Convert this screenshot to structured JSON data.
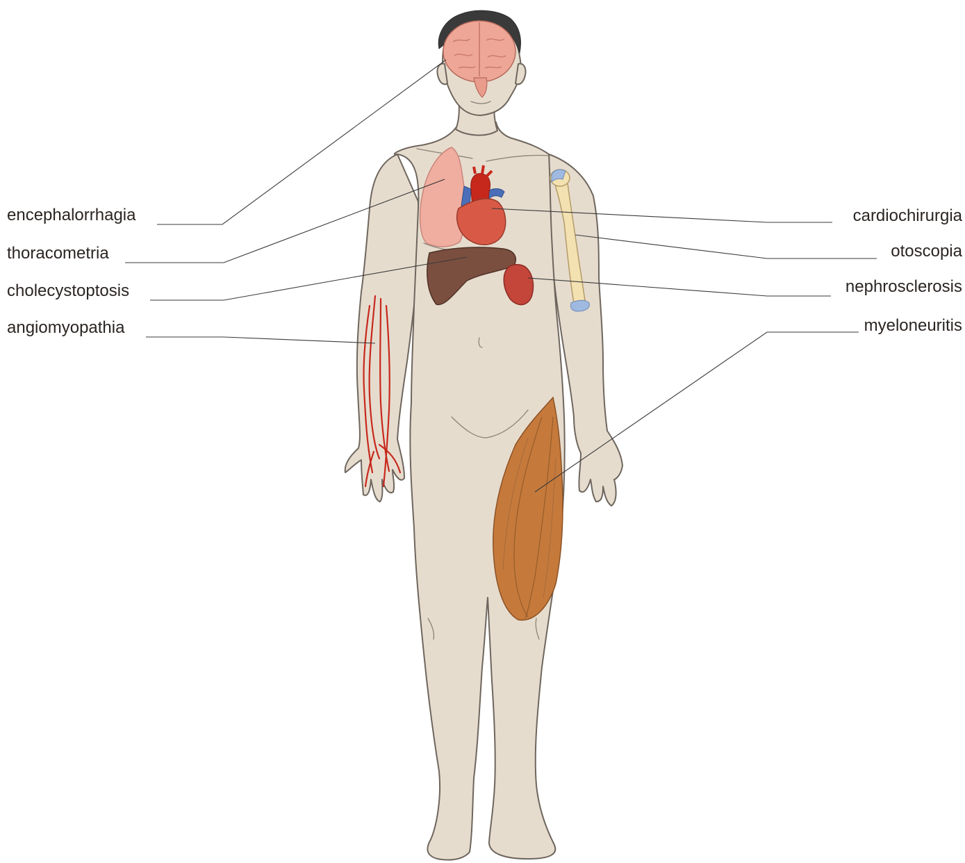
{
  "diagram": {
    "labels_left": [
      "encephalorrhagia",
      "thoracometria",
      "cholecystoptosis",
      "angiomyopathia"
    ],
    "labels_right": [
      "cardiochirurgia",
      "otoscopia",
      "nephrosclerosis",
      "myeloneuritis"
    ]
  },
  "colors": {
    "skin": "#e6dcce",
    "skin_shadow": "#d8cbb9",
    "brain": "#eea696",
    "lung": "#f0aea0",
    "heart": "#d85a46",
    "vessel_blue": "#4a6fb8",
    "vessel_red": "#c7281c",
    "liver": "#7b4f3f",
    "kidney": "#c4453a",
    "bone": "#f3e1b1",
    "cartilage": "#9fb9e0",
    "muscle": "#c57a3c",
    "hair": "#3a3a3a"
  }
}
